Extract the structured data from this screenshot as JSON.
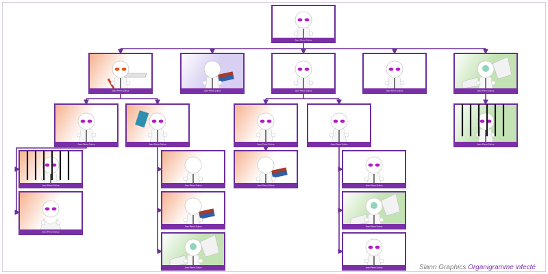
{
  "diagram": {
    "type": "org-chart",
    "node_caption": "Jean-Pierre Dufour",
    "colors": {
      "frame": "#6b2e9a",
      "bar": "#7b2fa6",
      "head_eyes": "#b21cc4",
      "angry_eyes": "#e8541b"
    },
    "nodes": [
      {
        "id": "root",
        "figure": "standing",
        "eyes": "purple",
        "bg": "plain"
      },
      {
        "id": "l1-a",
        "figure": "desk-angry",
        "eyes": "orange",
        "bg": "warm"
      },
      {
        "id": "l1-b",
        "figure": "carrying-books",
        "eyes": "none",
        "bg": "lavender"
      },
      {
        "id": "l1-c",
        "figure": "standing",
        "eyes": "purple",
        "bg": "plain"
      },
      {
        "id": "l1-d",
        "figure": "standing",
        "eyes": "purple",
        "bg": "plain"
      },
      {
        "id": "l1-e",
        "figure": "papers-sick",
        "eyes": "teal",
        "bg": "green"
      },
      {
        "id": "l2-a",
        "figure": "crying",
        "eyes": "purple",
        "bg": "warm"
      },
      {
        "id": "l2-b",
        "figure": "tablet",
        "eyes": "purple",
        "bg": "warm"
      },
      {
        "id": "l2-c",
        "figure": "standing",
        "eyes": "purple",
        "bg": "warm"
      },
      {
        "id": "l2-d",
        "figure": "standing",
        "eyes": "purple",
        "bg": "plain"
      },
      {
        "id": "l2-e",
        "figure": "jailed",
        "eyes": "purple",
        "bg": "green"
      },
      {
        "id": "l3-a",
        "figure": "jailed",
        "eyes": "purple",
        "bg": "warm"
      },
      {
        "id": "l3-b",
        "figure": "standing",
        "eyes": "none",
        "bg": "warm"
      },
      {
        "id": "l3-c",
        "figure": "books-break-out",
        "eyes": "none",
        "bg": "warm"
      },
      {
        "id": "l3-d",
        "figure": "standing",
        "eyes": "purple",
        "bg": "plain"
      },
      {
        "id": "l4-a",
        "figure": "sitting",
        "eyes": "purple",
        "bg": "warm"
      },
      {
        "id": "l4-b",
        "figure": "books",
        "eyes": "none",
        "bg": "warm"
      },
      {
        "id": "l4-c",
        "figure": "papers-sick",
        "eyes": "teal",
        "bg": "green"
      },
      {
        "id": "l5-a",
        "figure": "papers-sick",
        "eyes": "teal",
        "bg": "green"
      },
      {
        "id": "l5-b",
        "figure": "standing",
        "eyes": "purple",
        "bg": "plain"
      }
    ]
  },
  "credit": {
    "brand": "Slann Graphics",
    "title": "Organigramme infecté"
  }
}
